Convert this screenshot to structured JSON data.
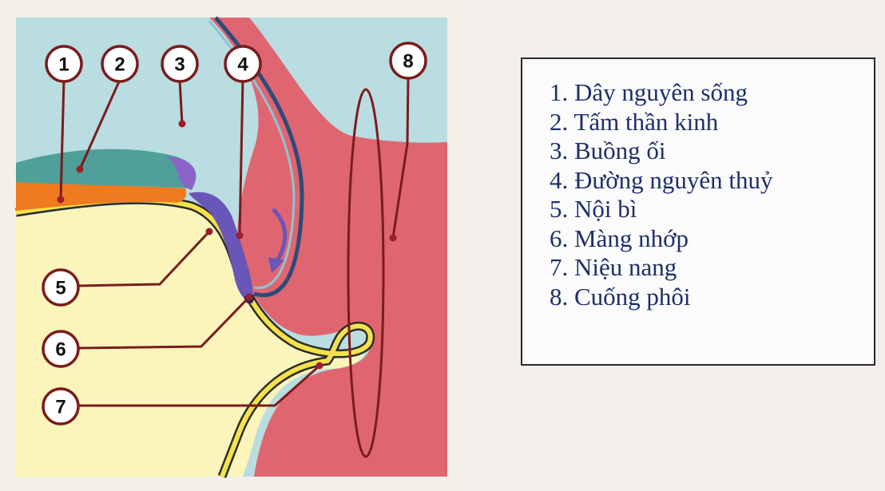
{
  "labels": [
    "1",
    "2",
    "3",
    "4",
    "5",
    "6",
    "7",
    "8"
  ],
  "legend": [
    "1. Dây nguyên sống",
    "2. Tấm thần kinh",
    "3. Buồng ối",
    "4. Đường nguyên thuỷ",
    "5. Nội bì",
    "6. Màng nhớp",
    "7. Niệu nang",
    "8. Cuống phôi"
  ],
  "colors": {
    "amniotic_cavity": "#b9dde0",
    "yolk_sac": "#fbf5bb",
    "connecting_stalk": "#df6670",
    "endoderm": "#f4e24a",
    "notochord": "#f07a1e",
    "neural_plate": "#4f9f9a",
    "primitive_streak": "#6a55b8",
    "leader": "#7b1c1c"
  }
}
